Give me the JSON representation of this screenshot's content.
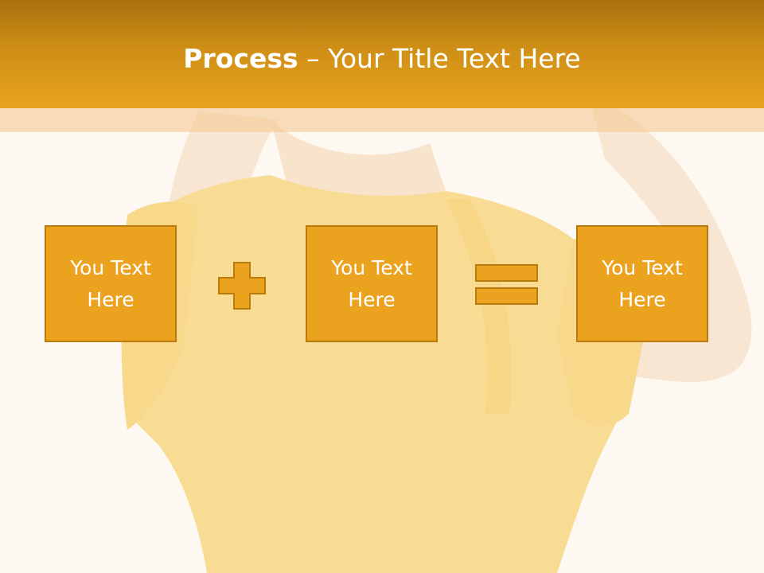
{
  "slide": {
    "title_bold": "Process",
    "title_rest": " – Your Title Text Here"
  },
  "boxes": [
    {
      "label": "You Text Here"
    },
    {
      "label": "You Text Here"
    },
    {
      "label": "You Text Here"
    }
  ],
  "operators": {
    "first": "plus-icon",
    "second": "equals-icon"
  },
  "colors": {
    "header_dark": "#a8700e",
    "header_light": "#e9a41e",
    "box_fill": "#eba21f",
    "box_border": "#b97a0e",
    "background": "#fdf8f1"
  },
  "background_image": "faded photo of a child in a yellow t-shirt with hands raised behind the head"
}
